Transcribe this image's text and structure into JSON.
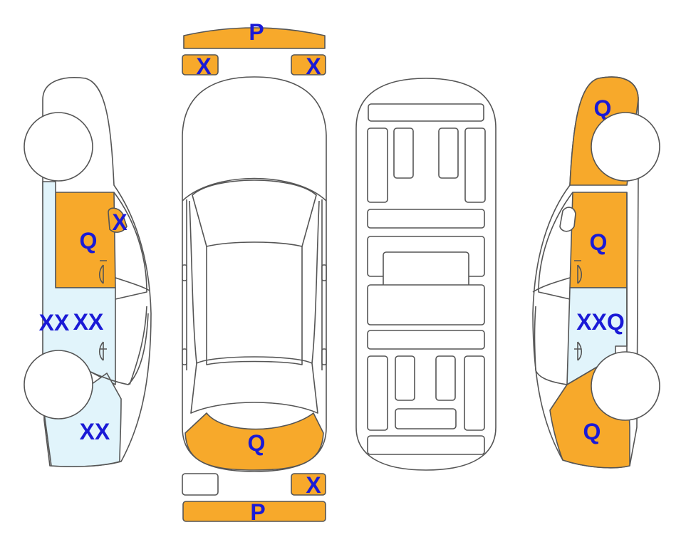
{
  "colors": {
    "damage_fill": "#f7a92b",
    "light_fill": "#e1f4fb",
    "label_color": "#1a1ad6",
    "outline": "#555555"
  },
  "labels": {
    "front_bumper": "P",
    "front_left_corner": "X",
    "front_right_corner": "X",
    "left_front_door": "Q",
    "left_mirror": "X",
    "left_rear_door": "XX",
    "left_rear_door_b": "XX",
    "left_rear_quarter": "XX",
    "rear_hood": "Q",
    "rear_right_corner": "X",
    "rear_bumper": "P",
    "right_front_fender": "Q",
    "right_front_door": "Q",
    "right_rear_door": "XXQ",
    "right_rear_quarter": "Q"
  }
}
